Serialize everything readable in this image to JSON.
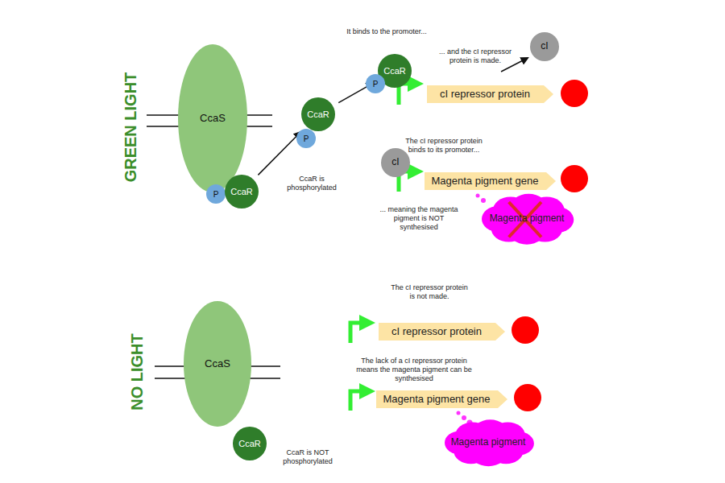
{
  "diagram": {
    "nodes": [
      {
        "text": [
          "CcaS"
        ]
      },
      {
        "text": [
          "P"
        ]
      },
      {
        "text": [
          "CcaR"
        ]
      },
      {
        "text": [
          "CcaR"
        ]
      },
      {
        "text": [
          "P"
        ]
      },
      {
        "text": [
          "CcaR"
        ]
      },
      {
        "text": [
          "P"
        ]
      },
      {
        "text": [
          "cI"
        ]
      },
      {
        "text": [
          "cI repressor protein"
        ]
      },
      {
        "text": [
          "cI"
        ]
      },
      {
        "text": [
          "Magenta pigment gene"
        ]
      },
      {
        "text": [
          "Magenta pigment"
        ]
      },
      {
        "text": [
          "CcaS"
        ]
      },
      {
        "text": [
          "CcaR"
        ]
      },
      {
        "text": [
          "cI repressor protein"
        ]
      },
      {
        "text": [
          "Magenta pigment gene"
        ]
      },
      {
        "text": [
          "Magenta pigment"
        ]
      }
    ],
    "edges": [
      {
        "from": 2,
        "to": 3,
        "arrow": "to"
      },
      {
        "from": 3,
        "to": 5,
        "arrow": "to"
      }
    ],
    "labels": [
      "GREEN LIGHT",
      "It binds to the promoter...",
      "... and the cI repressor protein is made.",
      "CcaR is phosphorylated",
      "The cI repressor protein binds to its promoter...",
      "... meaning the magenta pigment is NOT synthesised",
      "NO LIGHT",
      "The cI repressor protein is not made.",
      "The lack of a cI repressor protein means the magenta pigment can be synthesised",
      "CcaR is NOT phosphorylated"
    ]
  }
}
